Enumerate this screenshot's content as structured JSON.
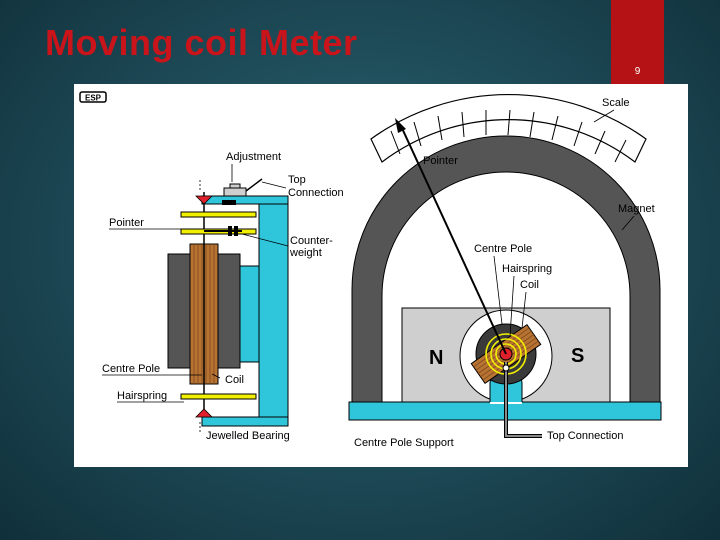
{
  "slide": {
    "title": "Moving coil Meter",
    "page_number": "9"
  },
  "figure": {
    "logo": "ESP",
    "labels": {
      "scale": "Scale",
      "adjustment": "Adjustment",
      "top_connection": "Top",
      "top_connection_2": "Connection",
      "pointer_left": "Pointer",
      "pointer_right": "Pointer",
      "counterweight": "Counter-",
      "counterweight_2": "weight",
      "magnet": "Magnet",
      "centre_pole_right": "Centre Pole",
      "hairspring_coil": "Hairspring",
      "hairspring_coil_2": "Coil",
      "pole_n": "N",
      "pole_s": "S",
      "centre_pole_left": "Centre Pole",
      "coil": "Coil",
      "hairspring": "Hairspring",
      "jewelled_bearing": "Jewelled Bearing",
      "centre_pole_support": "Centre Pole Support",
      "top_connection_bottom": "Top Connection"
    },
    "colors": {
      "cyan": "#2fc6dc",
      "magnet": "#555555",
      "pole_gray": "#cfcfcf",
      "coil_copper": "#b87333",
      "yellow": "#f0f000",
      "red": "#e0202a",
      "title_red": "#c8141a"
    }
  }
}
